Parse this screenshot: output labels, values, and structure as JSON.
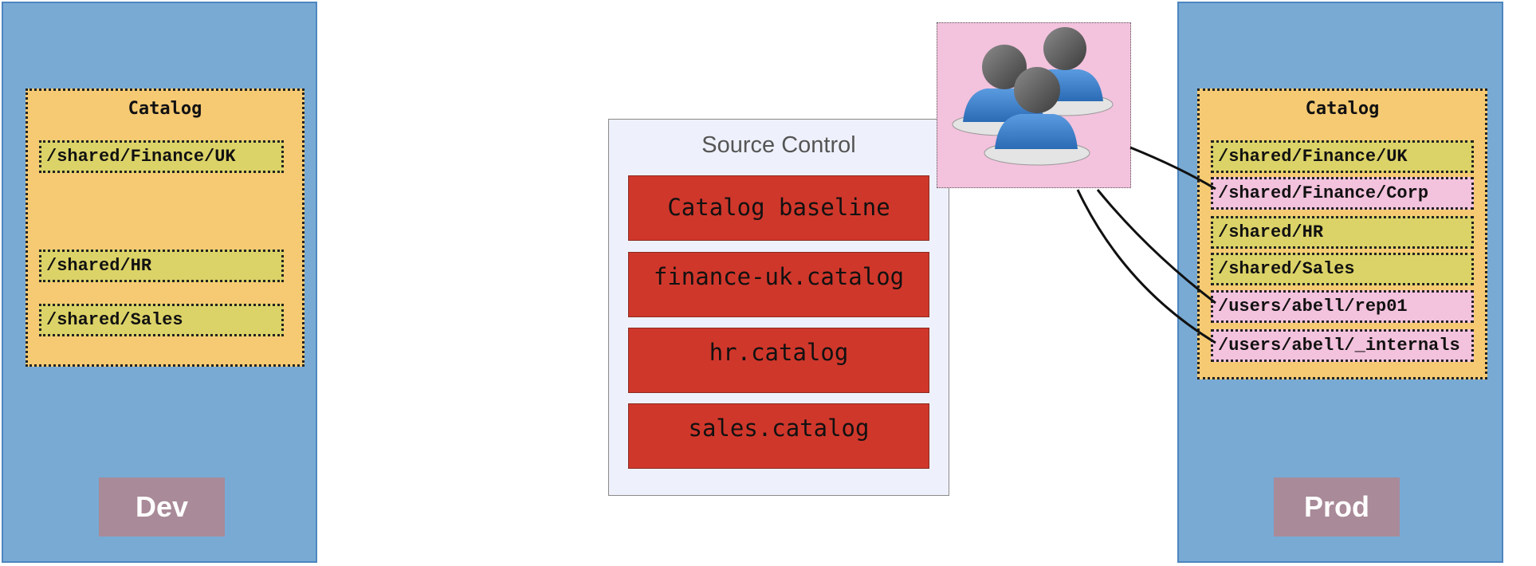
{
  "dev": {
    "label": "Dev",
    "catalog_title": "Catalog",
    "paths": [
      "/shared/Finance/UK",
      "/shared/HR",
      "/shared/Sales"
    ]
  },
  "prod": {
    "label": "Prod",
    "catalog_title": "Catalog",
    "paths": [
      "/shared/Finance/UK",
      "/shared/Finance/Corp",
      "/shared/HR",
      "/shared/Sales",
      "/users/abell/rep01",
      "/users/abell/_internals"
    ]
  },
  "source_control": {
    "title": "Source Control",
    "items": [
      "Catalog baseline",
      "finance-uk.catalog",
      "hr.catalog",
      "sales.catalog"
    ]
  },
  "icons": {
    "users": "users-group-icon"
  },
  "colors": {
    "environment": "#78aad4",
    "catalog": "#f6ca73",
    "shared_path": "#dcd368",
    "user_path": "#f3c2dd",
    "source_item": "#d0372b",
    "env_label": "#a98a98"
  }
}
